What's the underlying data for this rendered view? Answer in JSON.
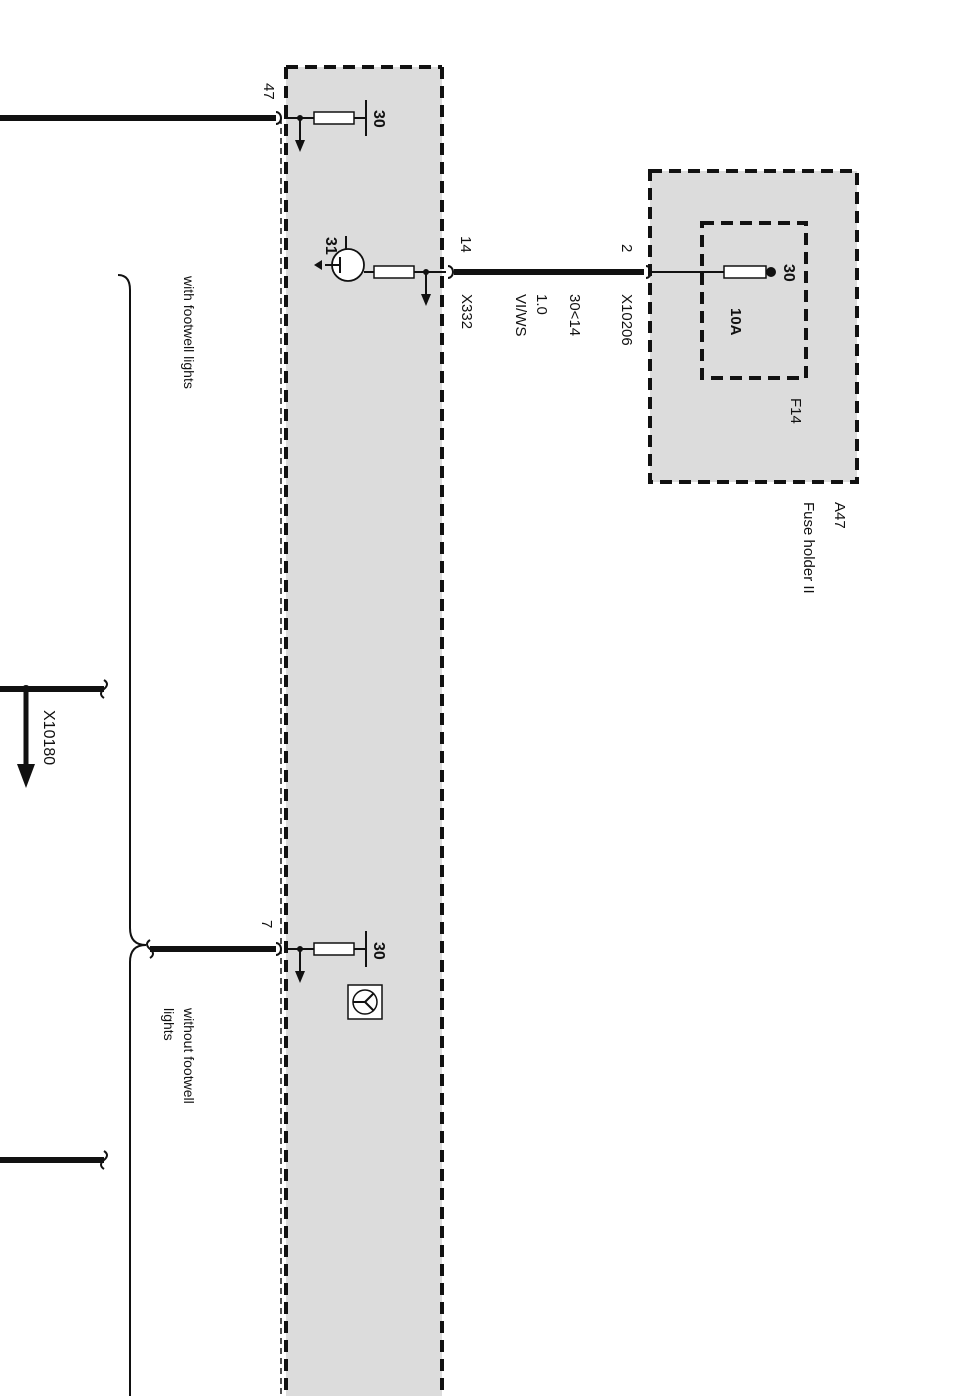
{
  "colors": {
    "module_fill": "#dcdcdc",
    "line": "#111111",
    "background": "#ffffff"
  },
  "icons": [
    "ground-arrow-icon",
    "resistor-icon",
    "transistor-icon",
    "lamp-symbol-icon",
    "fuse-icon",
    "connector-arrow-icon",
    "brace-icon"
  ],
  "pins": {
    "pin_47": "47",
    "pin_14": "14",
    "pin_7": "7",
    "pin_2": "2",
    "term_30_a": "30",
    "term_30_b": "30",
    "term_30_fuse": "30",
    "term_31": "31"
  },
  "connectors": {
    "x332": "X332",
    "x10206": "X10206",
    "x10180": "X10180"
  },
  "wire": {
    "circuit": "30<14",
    "gauge": "1.0",
    "color": "VI/WS"
  },
  "fuse": {
    "rating": "10A",
    "id": "F14"
  },
  "fuse_holder": {
    "id": "A47",
    "name": "Fuse holder II"
  },
  "variants": {
    "with": "with footwell lights",
    "without_line1": "without footwell",
    "without_line2": "lights"
  }
}
